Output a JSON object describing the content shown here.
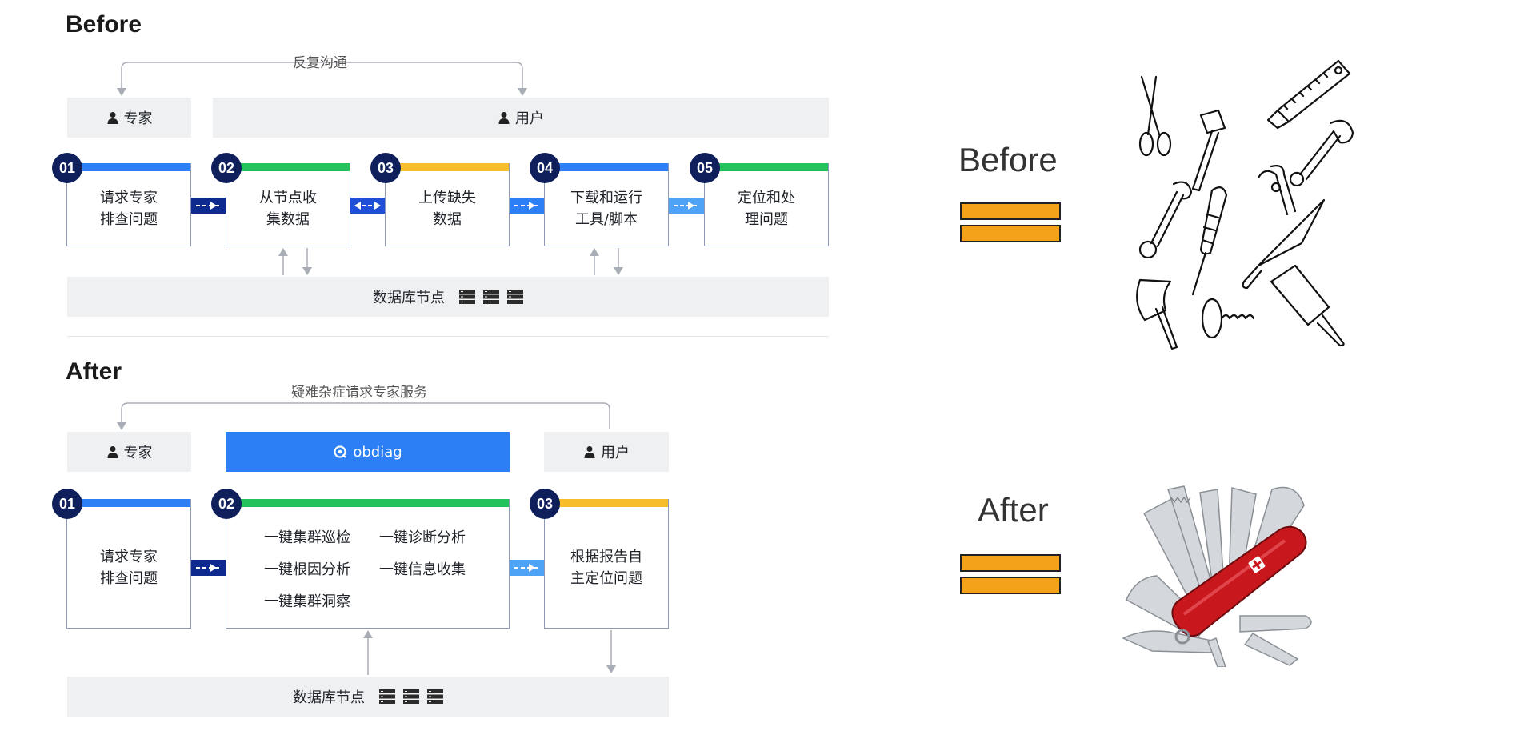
{
  "colors": {
    "blue": "#2c7ff5",
    "green": "#24c25c",
    "yellow": "#f8bd2b",
    "navy": "#0e1f5c",
    "orange": "#f5a21b"
  },
  "before": {
    "title": "Before",
    "loop_label": "反复沟通",
    "expert_label": "专家",
    "user_label": "用户",
    "db_label": "数据库节点",
    "steps": [
      {
        "num": "01",
        "line1": "请求专家",
        "line2": "排查问题"
      },
      {
        "num": "02",
        "line1": "从节点收",
        "line2": "集数据"
      },
      {
        "num": "03",
        "line1": "上传缺失",
        "line2": "数据"
      },
      {
        "num": "04",
        "line1": "下载和运行",
        "line2": "工具/脚本"
      },
      {
        "num": "05",
        "line1": "定位和处",
        "line2": "理问题"
      }
    ]
  },
  "after": {
    "title": "After",
    "loop_label": "疑难杂症请求专家服务",
    "expert_label": "专家",
    "user_label": "用户",
    "tool_label": "obdiag",
    "db_label": "数据库节点",
    "steps": [
      {
        "num": "01",
        "line1": "请求专家",
        "line2": "排查问题"
      },
      {
        "num": "02"
      },
      {
        "num": "03",
        "line1": "根据报告自",
        "line2": "主定位问题"
      }
    ],
    "features": [
      "一键集群巡检",
      "一键诊断分析",
      "一键根因分析",
      "一键信息收集",
      "一键集群洞察"
    ]
  },
  "right": {
    "before_label": "Before",
    "before_image": "hand-tools-illustration",
    "after_label": "After",
    "after_image": "swiss-army-knife"
  }
}
